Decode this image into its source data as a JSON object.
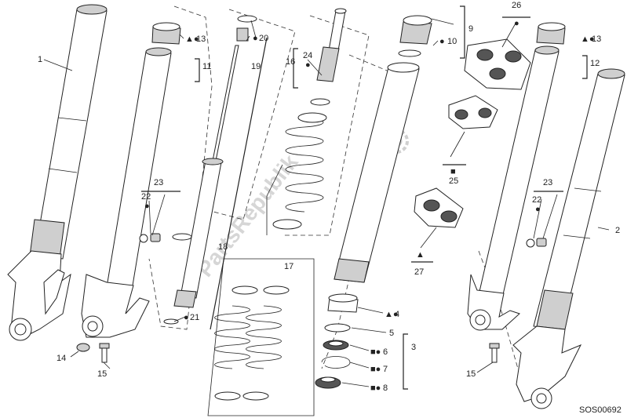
{
  "watermark": "PartsRepublik",
  "diagram_code": "SOS00692",
  "callouts": [
    {
      "id": "c1",
      "number": "1",
      "mark": ""
    },
    {
      "id": "c2",
      "number": "2",
      "mark": ""
    },
    {
      "id": "c3",
      "number": "3",
      "mark": ""
    },
    {
      "id": "c4",
      "number": "4",
      "mark": "▲●"
    },
    {
      "id": "c5",
      "number": "5",
      "mark": ""
    },
    {
      "id": "c6",
      "number": "6",
      "mark": "■●"
    },
    {
      "id": "c7",
      "number": "7",
      "mark": "■●"
    },
    {
      "id": "c8",
      "number": "8",
      "mark": "■●"
    },
    {
      "id": "c9",
      "number": "9",
      "mark": ""
    },
    {
      "id": "c10",
      "number": "10",
      "mark": "●"
    },
    {
      "id": "c11",
      "number": "11",
      "mark": ""
    },
    {
      "id": "c12",
      "number": "12",
      "mark": ""
    },
    {
      "id": "c13a",
      "number": "13",
      "mark": "▲●"
    },
    {
      "id": "c13b",
      "number": "13",
      "mark": "▲●"
    },
    {
      "id": "c14",
      "number": "14",
      "mark": ""
    },
    {
      "id": "c15a",
      "number": "15",
      "mark": ""
    },
    {
      "id": "c15b",
      "number": "15",
      "mark": ""
    },
    {
      "id": "c16",
      "number": "16",
      "mark": ""
    },
    {
      "id": "c17",
      "number": "17",
      "mark": ""
    },
    {
      "id": "c18",
      "number": "18",
      "mark": ""
    },
    {
      "id": "c19",
      "number": "19",
      "mark": ""
    },
    {
      "id": "c20",
      "number": "20",
      "mark": "●"
    },
    {
      "id": "c21",
      "number": "21",
      "mark": "●"
    },
    {
      "id": "c22a",
      "number": "22",
      "mark": "●"
    },
    {
      "id": "c22b",
      "number": "22",
      "mark": "●"
    },
    {
      "id": "c23a",
      "number": "23",
      "mark": ""
    },
    {
      "id": "c23b",
      "number": "23",
      "mark": ""
    },
    {
      "id": "c24",
      "number": "24",
      "mark": "●"
    },
    {
      "id": "c25",
      "number": "25",
      "mark": "■"
    },
    {
      "id": "c26",
      "number": "26",
      "mark": "●"
    },
    {
      "id": "c27",
      "number": "27",
      "mark": "▲"
    }
  ]
}
